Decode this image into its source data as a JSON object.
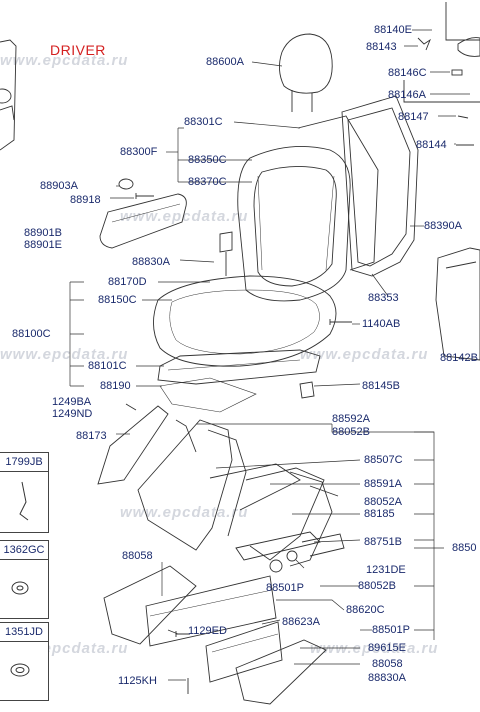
{
  "title": "DRIVER",
  "watermark": "www.epcdata.ru",
  "colors": {
    "label": "#1a2a6c",
    "title": "#d42020",
    "line": "#333333",
    "watermark": "#d4d7de"
  },
  "left_cells": [
    {
      "code": "1799JB"
    },
    {
      "code": "1362GC"
    },
    {
      "code": "1351JD"
    }
  ],
  "parts": {
    "p88140E": "88140E",
    "p88143": "88143",
    "p88146C": "88146C",
    "p88146A": "88146A",
    "p88147": "88147",
    "p88144": "88144",
    "p88600A": "88600A",
    "p88301C": "88301C",
    "p88300F": "88300F",
    "p88350C": "88350C",
    "p88370C": "88370C",
    "p88903A": "88903A",
    "p88918": "88918",
    "p88901B": "88901B",
    "p88901E": "88901E",
    "p88390A": "88390A",
    "p88830A_top": "88830A",
    "p88170D": "88170D",
    "p88150C": "88150C",
    "p88353": "88353",
    "p88142B": "88142B",
    "p1140AB": "1140AB",
    "p88100C": "88100C",
    "p88101C": "88101C",
    "p88190": "88190",
    "p88145B": "88145B",
    "p1249BA": "1249BA",
    "p1249ND": "1249ND",
    "p88173": "88173",
    "p88592A": "88592A",
    "p88052B_1": "88052B",
    "p88507C": "88507C",
    "p88591A": "88591A",
    "p88052A": "88052A",
    "p88185": "88185",
    "p88500": "8850",
    "p88751B": "88751B",
    "p1231DE": "1231DE",
    "p88058_left": "88058",
    "p88501P_mid": "88501P",
    "p88052B_2": "88052B",
    "p88620C": "88620C",
    "p88623A": "88623A",
    "p1129ED": "1129ED",
    "p88501P_right": "88501P",
    "p89615E": "89615E",
    "p88058_right": "88058",
    "p1125KH": "1125KH",
    "p88830A_bottom": "88830A"
  }
}
